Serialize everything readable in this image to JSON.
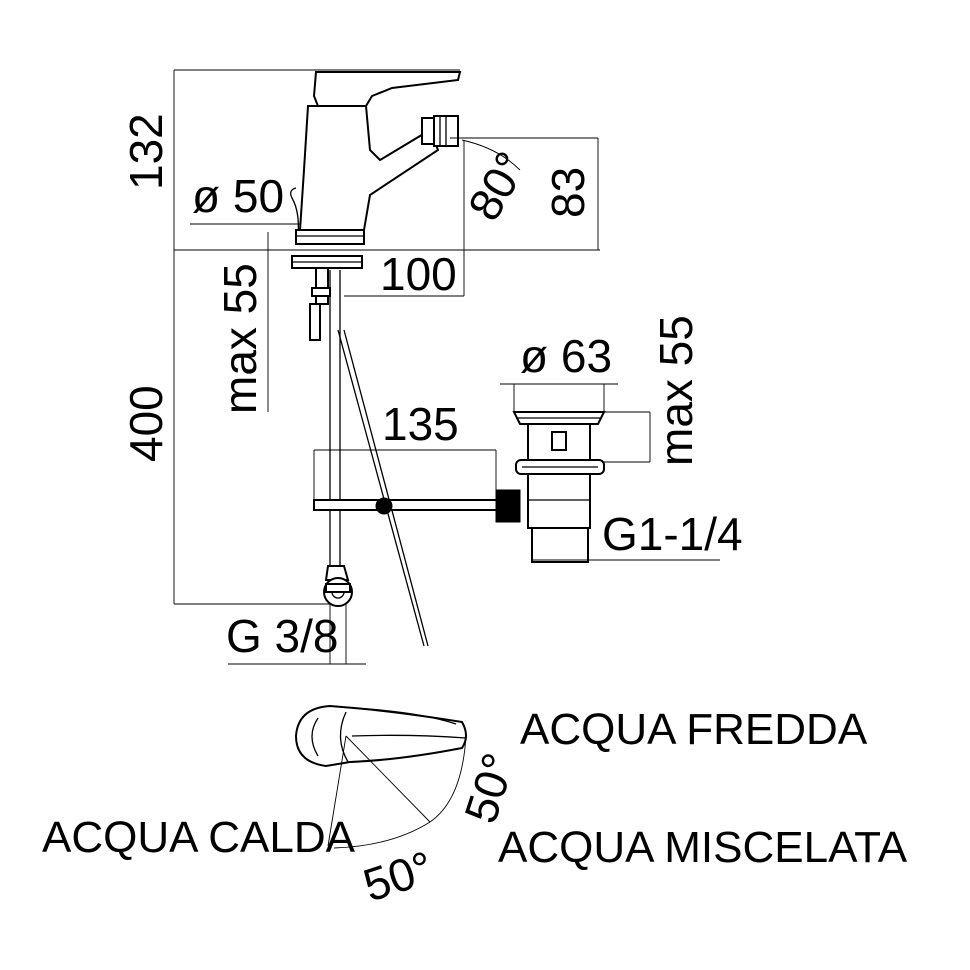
{
  "dimensions": {
    "total_height": "132",
    "base_diameter": "ø 50",
    "spout_angle": "80°",
    "spout_height": "83",
    "mount_max": "max 55",
    "spout_reach": "100",
    "pipe_length": "400",
    "rod_length": "135",
    "waste_diameter": "ø 63",
    "waste_max": "max 55",
    "waste_thread": "G1-1/4",
    "inlet_thread": "G 3/8"
  },
  "lever_diagram": {
    "cold_label": "ACQUA FREDDA",
    "hot_label": "ACQUA CALDA",
    "mixed_label": "ACQUA MISCELATA",
    "angle_right": "50°",
    "angle_bottom": "50°"
  }
}
